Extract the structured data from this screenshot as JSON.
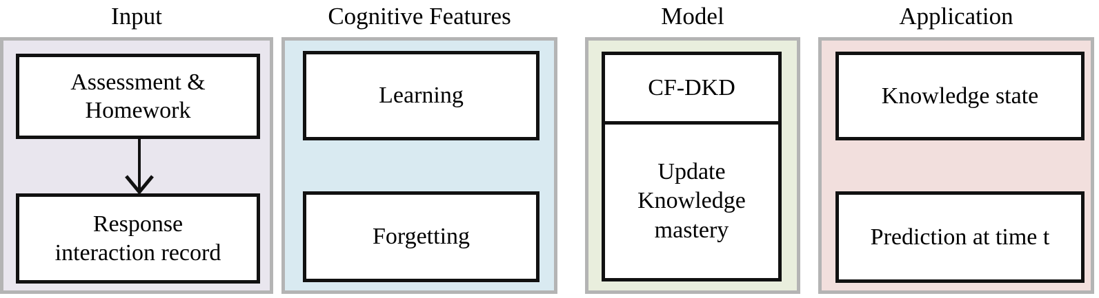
{
  "figure": {
    "type": "block-diagram",
    "columns": [
      {
        "id": "input",
        "title": "Input",
        "fill_color": "#e9e6ee",
        "border_color": "#b4b4b4",
        "boxes": [
          {
            "id": "assessment-homework",
            "label": "Assessment &\nHomework"
          },
          {
            "id": "response-record",
            "label": "Response\ninteraction record"
          }
        ],
        "connector": {
          "from": "assessment-homework",
          "to": "response-record",
          "kind": "down-arrow"
        }
      },
      {
        "id": "cognitive-features",
        "title": "Cognitive Features",
        "fill_color": "#d9eaf1",
        "border_color": "#b4b4b4",
        "boxes": [
          {
            "id": "learning",
            "label": "Learning"
          },
          {
            "id": "forgetting",
            "label": "Forgetting"
          }
        ]
      },
      {
        "id": "model",
        "title": "Model",
        "fill_color": "#e9eedd",
        "border_color": "#b4b4b4",
        "boxes": [
          {
            "id": "cf-dkd",
            "label": "CF-DKD"
          },
          {
            "id": "update-knowledge-mastery",
            "label": "Update\nKnowledge\nmastery"
          }
        ]
      },
      {
        "id": "application",
        "title": "Application",
        "fill_color": "#f2dfdd",
        "border_color": "#b4b4b4",
        "boxes": [
          {
            "id": "knowledge-state",
            "label": "Knowledge state"
          },
          {
            "id": "prediction-at-time-t",
            "label": "Prediction at time t"
          }
        ]
      }
    ],
    "box_style": {
      "fill": "#ffffff",
      "stroke": "#111111"
    },
    "text_color": "#000000"
  }
}
